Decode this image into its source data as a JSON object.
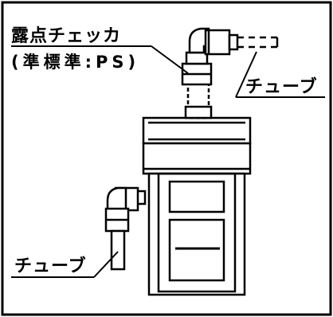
{
  "diagram": {
    "labels": {
      "dew_point_checker": "露点チェッカ",
      "standard_note": "(準標準:PS)",
      "tube_upper": "チューブ",
      "tube_lower": "チューブ"
    }
  }
}
